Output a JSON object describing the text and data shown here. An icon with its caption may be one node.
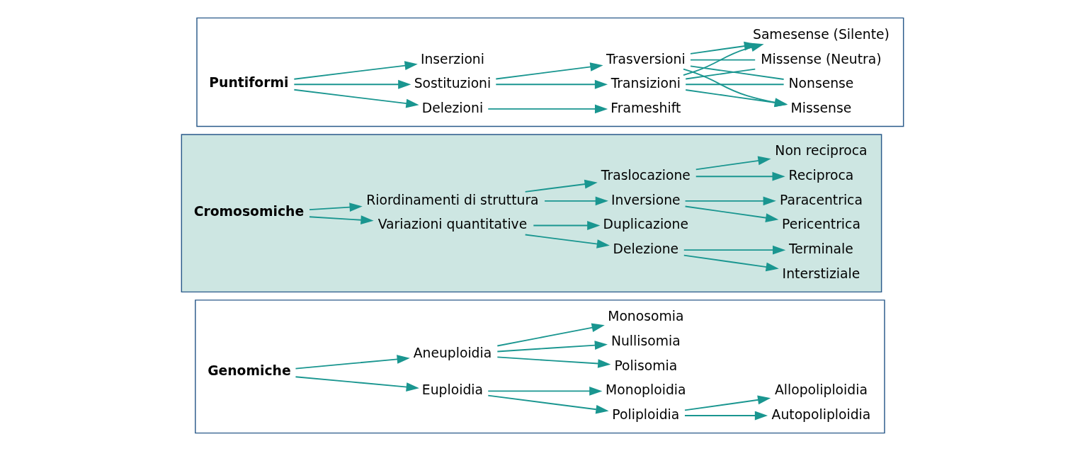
{
  "diagram": {
    "nodes": [
      {
        "text": [],
        "shape": "band"
      },
      {
        "text": [
          "Puntiformi"
        ],
        "in": 0
      },
      {
        "text": [
          "Sostituzioni"
        ],
        "in": 0
      },
      {
        "text": [
          "Inserzioni"
        ],
        "in": 0
      },
      {
        "text": [
          "Delezioni"
        ],
        "in": 0
      },
      {
        "text": [
          "Transizioni"
        ],
        "in": 0
      },
      {
        "text": [
          "Trasversioni"
        ],
        "in": 0
      },
      {
        "text": [
          "Frameshift"
        ],
        "in": 0
      },
      {
        "text": [
          "Missense"
        ],
        "in": 0
      },
      {
        "text": [
          "Nonsense"
        ],
        "in": 0
      },
      {
        "text": [
          "Missense (Neutra)"
        ],
        "in": 0
      },
      {
        "text": [
          "Samesense (Silente)"
        ],
        "in": 0
      },
      {
        "text": [],
        "shape": "band"
      },
      {
        "text": [
          "Cromosomiche"
        ],
        "in": 12
      },
      {
        "text": [
          "Variazioni quantitative"
        ],
        "in": 12
      },
      {
        "text": [
          "Riordinamenti di struttura"
        ],
        "in": 12
      },
      {
        "text": [
          "Delezione"
        ],
        "in": 12
      },
      {
        "text": [
          "Duplicazione"
        ],
        "in": 12
      },
      {
        "text": [
          "Inversione"
        ],
        "in": 12
      },
      {
        "text": [
          "Traslocazione"
        ],
        "in": 12
      },
      {
        "text": [
          "Interstiziale"
        ],
        "in": 12
      },
      {
        "text": [
          "Terminale"
        ],
        "in": 12
      },
      {
        "text": [
          "Pericentrica"
        ],
        "in": 12
      },
      {
        "text": [
          "Paracentrica"
        ],
        "in": 12
      },
      {
        "text": [
          "Reciproca"
        ],
        "in": 12
      },
      {
        "text": [
          "Non reciproca"
        ],
        "in": 12
      },
      {
        "text": [],
        "shape": "band"
      },
      {
        "text": [
          "Genomiche"
        ],
        "in": 26
      },
      {
        "text": [
          "Euploidia"
        ],
        "in": 26
      },
      {
        "text": [
          "Aneuploidia"
        ],
        "in": 26
      },
      {
        "text": [
          "Monoploidia"
        ],
        "in": 26
      },
      {
        "text": [
          "Poliploidia"
        ],
        "in": 26
      },
      {
        "text": [
          "Monosomia"
        ],
        "in": 26
      },
      {
        "text": [
          "Polisomia"
        ],
        "in": 26
      },
      {
        "text": [
          "Nullisomia"
        ],
        "in": 26
      },
      {
        "text": [
          "Autopoliploidia"
        ],
        "in": 26
      },
      {
        "text": [
          "Allopoliploidia"
        ],
        "in": 26
      }
    ],
    "edges": [
      {
        "from": 1,
        "to": 2,
        "arrow": "to"
      },
      {
        "from": 1,
        "to": 3,
        "arrow": "to"
      },
      {
        "from": 1,
        "to": 4,
        "arrow": "to"
      },
      {
        "from": 2,
        "to": 5,
        "arrow": "to"
      },
      {
        "from": 2,
        "to": 6,
        "arrow": "to"
      },
      {
        "from": 4,
        "to": 7,
        "arrow": "to"
      },
      {
        "from": 5,
        "to": 8,
        "arrow": "to"
      },
      {
        "from": 5,
        "to": 9,
        "arrow": "none"
      },
      {
        "from": 5,
        "to": 10,
        "arrow": "none"
      },
      {
        "from": 5,
        "to": 11,
        "arrow": "to"
      },
      {
        "from": 6,
        "to": 8,
        "arrow": "to"
      },
      {
        "from": 6,
        "to": 9,
        "arrow": "none"
      },
      {
        "from": 6,
        "to": 10,
        "arrow": "none"
      },
      {
        "from": 6,
        "to": 11,
        "arrow": "to"
      },
      {
        "from": 13,
        "to": 14,
        "arrow": "to"
      },
      {
        "from": 13,
        "to": 15,
        "arrow": "to"
      },
      {
        "from": 14,
        "to": 16,
        "arrow": "to"
      },
      {
        "from": 14,
        "to": 17,
        "arrow": "to"
      },
      {
        "from": 15,
        "to": 18,
        "arrow": "to"
      },
      {
        "from": 15,
        "to": 19,
        "arrow": "to"
      },
      {
        "from": 16,
        "to": 20,
        "arrow": "to"
      },
      {
        "from": 16,
        "to": 21,
        "arrow": "to"
      },
      {
        "from": 18,
        "to": 22,
        "arrow": "to"
      },
      {
        "from": 18,
        "to": 23,
        "arrow": "to"
      },
      {
        "from": 19,
        "to": 24,
        "arrow": "to"
      },
      {
        "from": 19,
        "to": 25,
        "arrow": "to"
      },
      {
        "from": 27,
        "to": 28,
        "arrow": "to"
      },
      {
        "from": 27,
        "to": 29,
        "arrow": "to"
      },
      {
        "from": 28,
        "to": 30,
        "arrow": "to"
      },
      {
        "from": 28,
        "to": 31,
        "arrow": "to"
      },
      {
        "from": 29,
        "to": 32,
        "arrow": "to"
      },
      {
        "from": 29,
        "to": 33,
        "arrow": "to"
      },
      {
        "from": 29,
        "to": 34,
        "arrow": "to"
      },
      {
        "from": 31,
        "to": 35,
        "arrow": "to"
      },
      {
        "from": 31,
        "to": 36,
        "arrow": "to"
      }
    ]
  }
}
